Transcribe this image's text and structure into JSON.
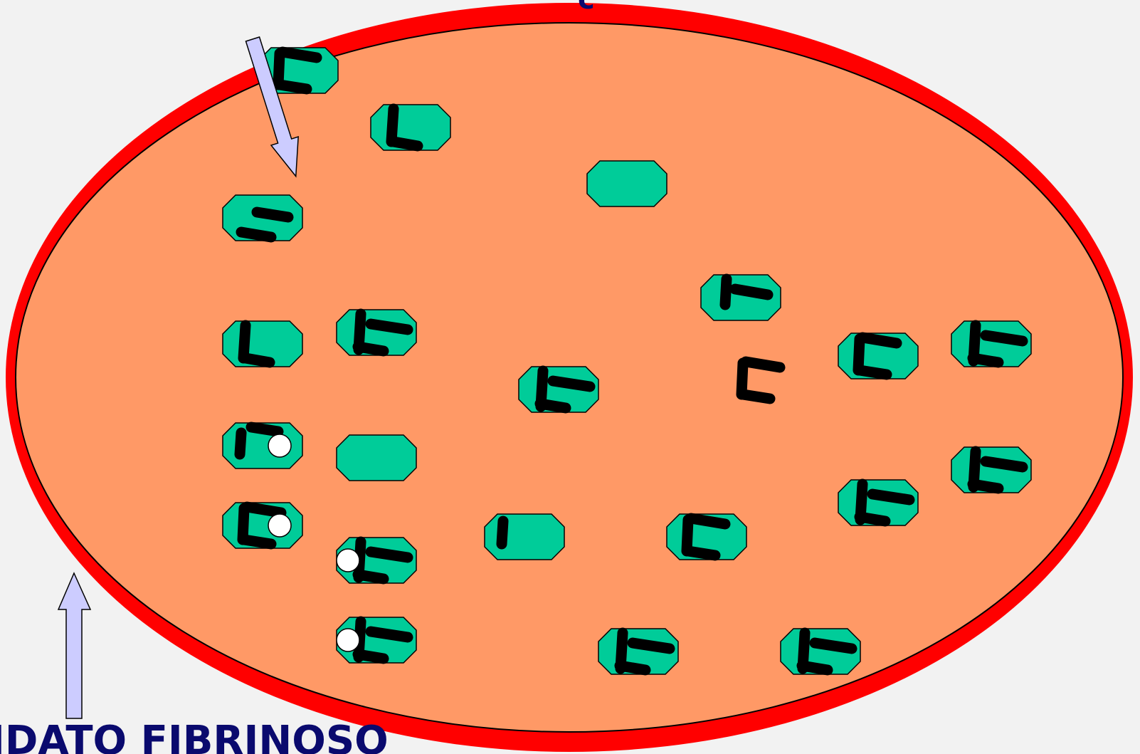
{
  "labels": {
    "bottom_caption": "IDATO FIBRINOSO",
    "top_caption": "c"
  },
  "colors": {
    "background": "#f2f2f2",
    "outer_ring": "#ff0000",
    "interior": "#ff9966",
    "cell": "#00cc99",
    "strand": "#000000",
    "dot": "#ffffff",
    "arrow": "#ccccff",
    "text": "#0a0a6e"
  },
  "cells": [
    {
      "id": "c1",
      "strands": "bracket"
    },
    {
      "id": "c2",
      "strands": "L"
    },
    {
      "id": "c3",
      "strands": "none"
    },
    {
      "id": "c4",
      "strands": "two-bars"
    },
    {
      "id": "c5",
      "strands": "F"
    },
    {
      "id": "c6",
      "strands": "L"
    },
    {
      "id": "c7",
      "strands": "E"
    },
    {
      "id": "c8",
      "strands": "E"
    },
    {
      "id": "c9",
      "strands": "bracket"
    },
    {
      "id": "c10",
      "strands": "E"
    },
    {
      "id": "c11",
      "strands": "hook",
      "dot": true
    },
    {
      "id": "c12",
      "strands": "none"
    },
    {
      "id": "c13",
      "strands": "bracket",
      "dot": true
    },
    {
      "id": "c14",
      "strands": "E",
      "dot": true
    },
    {
      "id": "c15",
      "strands": "I"
    },
    {
      "id": "c16",
      "strands": "bracket"
    },
    {
      "id": "c17",
      "strands": "E"
    },
    {
      "id": "c18",
      "strands": "E"
    },
    {
      "id": "c19",
      "strands": "E",
      "dot": true
    },
    {
      "id": "c20",
      "strands": "E"
    },
    {
      "id": "c21",
      "strands": "E"
    }
  ],
  "free_strands": [
    {
      "id": "f1",
      "strands": "bracket"
    }
  ],
  "arrows": [
    {
      "id": "a1",
      "direction": "down-right"
    },
    {
      "id": "a2",
      "direction": "up"
    }
  ]
}
